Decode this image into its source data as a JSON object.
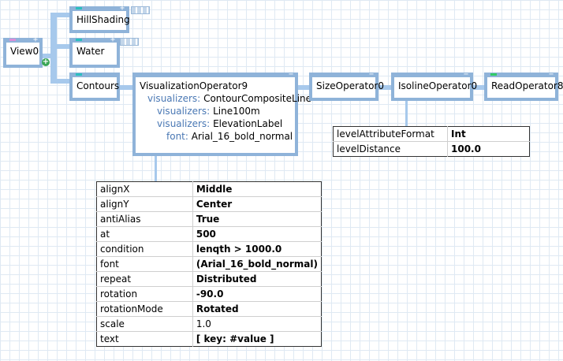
{
  "colors": {
    "node_border": "#8fb3d9",
    "connector": "#a7c9ec",
    "view_mark": "#d98fd9",
    "layer_mark": "#2bbfbf",
    "read_mark": "#33cc66",
    "vis_key": "#4a78b4"
  },
  "nodes": {
    "view0": {
      "label": "View0"
    },
    "hillshading": {
      "label": "HillShading"
    },
    "water": {
      "label": "Water"
    },
    "contours": {
      "label": "Contours"
    },
    "visualization": {
      "title": "VisualizationOperator9",
      "lines": [
        {
          "key": "visualizers:",
          "value": "ContourCompositeLine"
        },
        {
          "key": "visualizers:",
          "value": "Line100m"
        },
        {
          "key": "visualizers:",
          "value": "ElevationLabel"
        },
        {
          "key": "font:",
          "value": "Arial_16_bold_normal"
        }
      ]
    },
    "size": {
      "label": "SizeOperator0"
    },
    "isoline": {
      "label": "IsolineOperator0"
    },
    "read": {
      "label": "ReadOperator8"
    }
  },
  "isoline_props": [
    {
      "name": "levelAttributeFormat",
      "value": "Int",
      "bold": true
    },
    {
      "name": "levelDistance",
      "value": "100.0",
      "bold": true
    }
  ],
  "label_props": [
    {
      "name": "alignX",
      "value": "Middle",
      "bold": true
    },
    {
      "name": "alignY",
      "value": "Center",
      "bold": true
    },
    {
      "name": "antiAlias",
      "value": "True",
      "bold": true
    },
    {
      "name": "at",
      "value": "500",
      "bold": true
    },
    {
      "name": "condition",
      "value": "lenqth > 1000.0",
      "bold": true
    },
    {
      "name": "font",
      "value": "(Arial_16_bold_normal)",
      "bold": true
    },
    {
      "name": "repeat",
      "value": "Distributed",
      "bold": true
    },
    {
      "name": "rotation",
      "value": "-90.0",
      "bold": true
    },
    {
      "name": "rotationMode",
      "value": "Rotated",
      "bold": true
    },
    {
      "name": "scale",
      "value": "1.0",
      "bold": false
    },
    {
      "name": "text",
      "value": "[ key: #value ]",
      "bold": true
    }
  ]
}
